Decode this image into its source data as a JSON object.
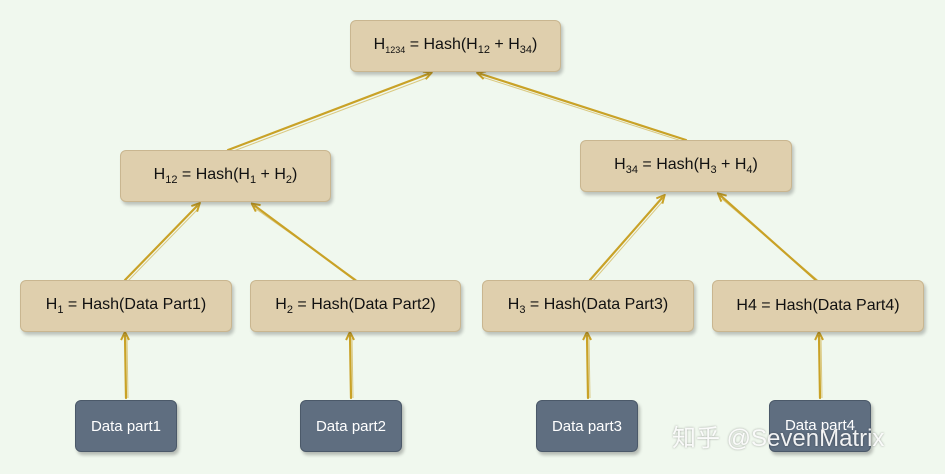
{
  "nodes": {
    "root": {
      "prefix": "H",
      "sub": "1234",
      "mid": " = Hash(H",
      "sub2": "12",
      "mid2": " + H",
      "sub3": "34",
      "suffix": ")"
    },
    "h12": {
      "prefix": "H",
      "sub": "12",
      "mid": " = Hash(H",
      "sub2": "1",
      "mid2": " + H",
      "sub3": "2",
      "suffix": ")"
    },
    "h34": {
      "prefix": "H",
      "sub": "34",
      "mid": " = Hash(H",
      "sub2": "3",
      "mid2": " + H",
      "sub3": "4",
      "suffix": ")"
    },
    "h1": {
      "prefix": "H",
      "sub": "1",
      "rest": " = Hash(Data Part1)"
    },
    "h2": {
      "prefix": "H",
      "sub": "2",
      "rest": " = Hash(Data Part2)"
    },
    "h3": {
      "prefix": "H",
      "sub": "3",
      "rest": " = Hash(Data Part3)"
    },
    "h4": {
      "text": "H4 = Hash(Data Part4)"
    }
  },
  "data_parts": [
    "Data part1",
    "Data part2",
    "Data part3",
    "Data part4"
  ],
  "watermark": "知乎 @SevenMatrix",
  "colors": {
    "hash_node": "#dfcfad",
    "data_node": "#5f6e80",
    "arrow": "#c9a227",
    "background": "#f0f8ee"
  }
}
